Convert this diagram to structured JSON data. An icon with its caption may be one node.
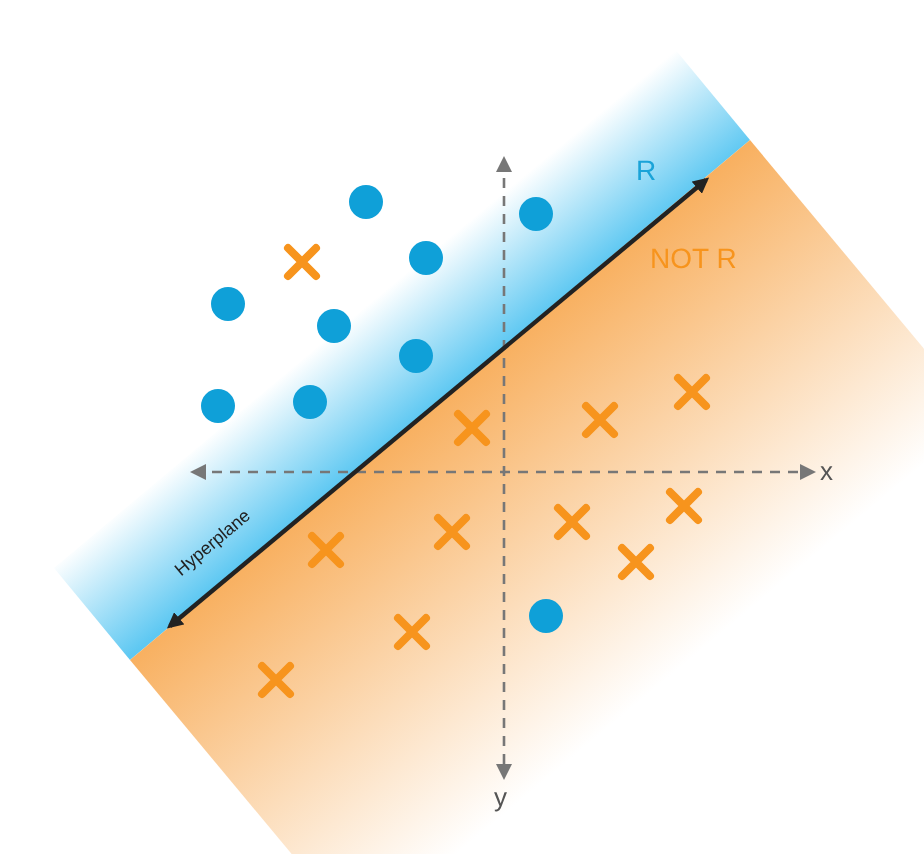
{
  "diagram": {
    "labels": [
      "R",
      "NOT R",
      "Hyperplane",
      "x",
      "y"
    ]
  }
}
